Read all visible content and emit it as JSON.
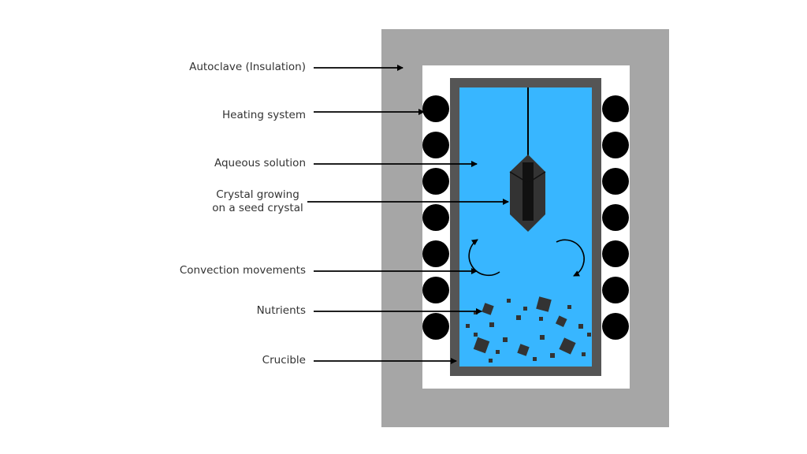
{
  "diagram": {
    "colors": {
      "autoclave": "#a6a6a6",
      "gap": "#ffffff",
      "crucible_wall": "#555555",
      "solution": "#38b6ff",
      "heater": "#000000",
      "crystal": "#333333",
      "nutrient": "#333333",
      "arrow": "#000000",
      "label_text": "#333333"
    },
    "labels": {
      "autoclave": "Autoclave (Insulation)",
      "heating": "Heating system",
      "solution": "Aqueous solution",
      "crystal_line1": "Crystal growing",
      "crystal_line2": "on a seed crystal",
      "convection": "Convection movements",
      "nutrients": "Nutrients",
      "crucible": "Crucible"
    }
  }
}
